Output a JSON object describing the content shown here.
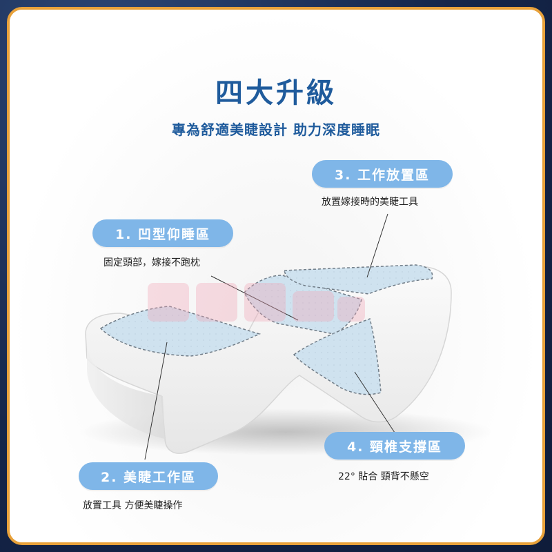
{
  "header": {
    "title": "四大升級",
    "subtitle": "專為舒適美睫設計 助力深度睡眠"
  },
  "features": [
    {
      "label": "1. 凹型仰睡區",
      "desc": "固定頭部，嫁接不跑枕"
    },
    {
      "label": "2. 美睫工作區",
      "desc": "放置工具 方便美睫操作"
    },
    {
      "label": "3. 工作放置區",
      "desc": "放置嫁接時的美睫工具"
    },
    {
      "label": "4. 頸椎支撐區",
      "desc": "22° 貼合 頸背不懸空"
    }
  ],
  "colors": {
    "title": "#1f5b9c",
    "pill": "#7fb6e8",
    "frame": "#e8a13a",
    "background": "#15264a",
    "pad": "#cfe2ef"
  }
}
